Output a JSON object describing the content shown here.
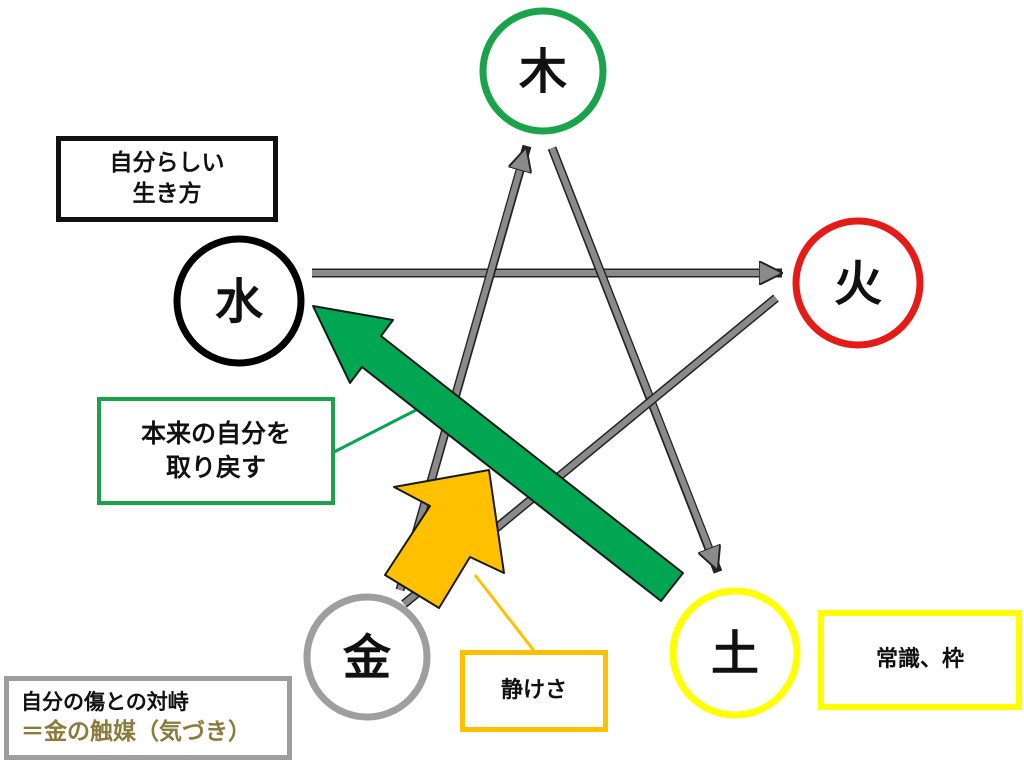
{
  "elements": {
    "wood": "木",
    "fire": "火",
    "earth": "土",
    "metal": "金",
    "water": "水"
  },
  "labels": {
    "own_way_of_life": [
      "自分らしい",
      "生き方"
    ],
    "regain_true_self": [
      "本来の自分を",
      "取り戻す"
    ],
    "stillness": "静けさ",
    "common_sense_frame": "常識、枠",
    "confront_wounds": "自分の傷との対峙",
    "metal_catalyst": "＝金の触媒（気づき）"
  },
  "colors": {
    "wood": "#1aa34a",
    "fire": "#e41b17",
    "earth": "#ffff00",
    "metal": "#9e9e9e",
    "water": "#000000",
    "arrow_gray": "#8a8a8a",
    "arrow_green": "#00a651",
    "arrow_yellow": "#ffc000",
    "catalyst_text": "#8c7a3a"
  }
}
